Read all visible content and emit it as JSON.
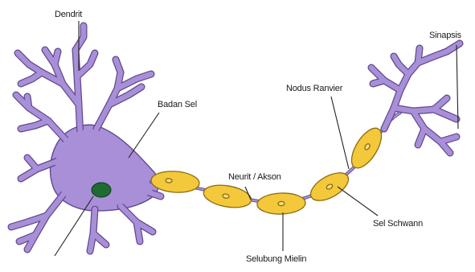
{
  "labels": {
    "dendrit": "Dendrit",
    "badan_sel": "Badan Sel",
    "neurit_akson": "Neurit / Akson",
    "nodus_ranvier": "Nodus Ranvier",
    "sinapsis": "Sinapsis",
    "sel_schwann": "Sel Schwann",
    "selubung_mielin": "Selubung Mielin"
  },
  "colors": {
    "neuron_body": "#a98fd8",
    "neuron_outline": "#5e4a8e",
    "myelin_fill": "#f3c83a",
    "myelin_outline": "#8c6b12",
    "nucleus": "#1f6b34",
    "leader_line": "#222222"
  }
}
